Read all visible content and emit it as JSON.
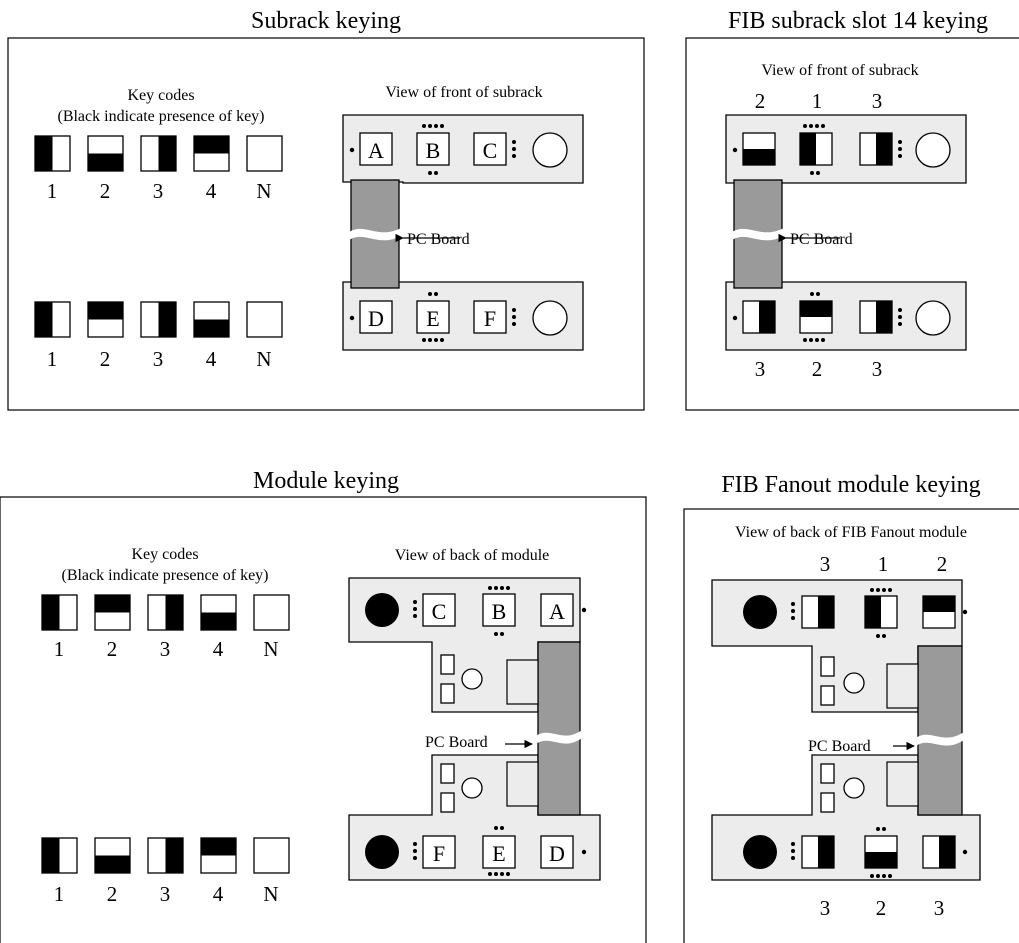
{
  "panels": {
    "subrack": {
      "title": "Subrack keying",
      "key_codes_line1": "Key codes",
      "key_codes_line2": "(Black indicate presence of key)",
      "view_label": "View of front of subrack",
      "numbers_top": [
        "1",
        "2",
        "3",
        "4",
        "N"
      ],
      "numbers_bottom": [
        "1",
        "2",
        "3",
        "4",
        "N"
      ],
      "letters_top": [
        "A",
        "B",
        "C"
      ],
      "letters_bottom": [
        "D",
        "E",
        "F"
      ],
      "pc_board": "PC Board"
    },
    "fib_subrack": {
      "title": "FIB subrack slot 14 keying",
      "view_label": "View of front of subrack",
      "codes_top": [
        "2",
        "1",
        "3"
      ],
      "codes_bottom": [
        "3",
        "2",
        "3"
      ],
      "pc_board": "PC Board"
    },
    "module": {
      "title": "Module keying",
      "key_codes_line1": "Key codes",
      "key_codes_line2": "(Black indicate presence of key)",
      "view_label": "View of back of module",
      "numbers_top": [
        "1",
        "2",
        "3",
        "4",
        "N"
      ],
      "numbers_bottom": [
        "1",
        "2",
        "3",
        "4",
        "N"
      ],
      "letters_top": [
        "C",
        "B",
        "A"
      ],
      "letters_bottom": [
        "F",
        "E",
        "D"
      ],
      "pc_board": "PC Board"
    },
    "fib_fanout": {
      "title": "FIB Fanout module keying",
      "view_label": "View of back of FIB Fanout module",
      "codes_top": [
        "3",
        "1",
        "2"
      ],
      "codes_bottom": [
        "3",
        "2",
        "3"
      ],
      "pc_board": "PC Board"
    }
  },
  "colors": {
    "panel": "#ececec",
    "pc_board": "#9a9a9a",
    "key": "#000000"
  }
}
